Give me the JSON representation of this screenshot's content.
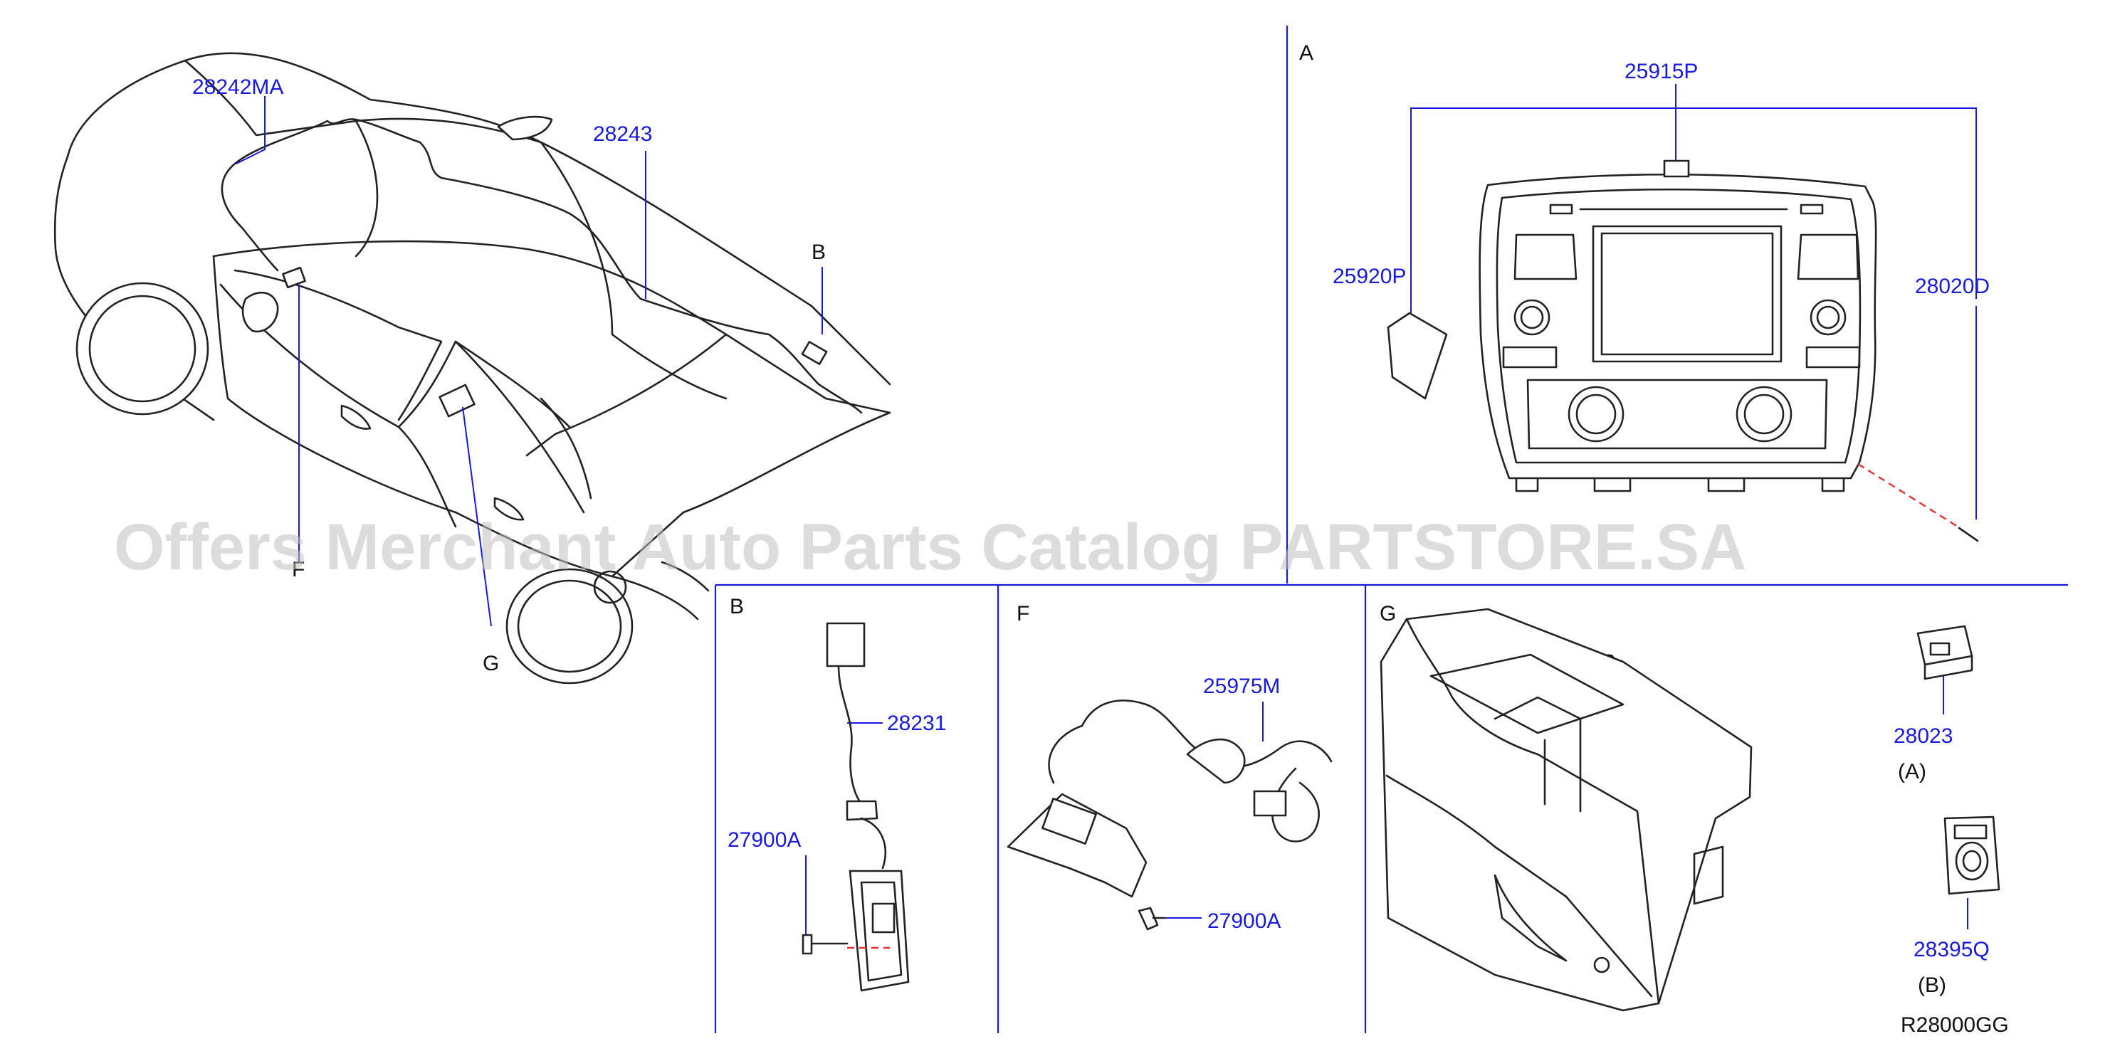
{
  "callouts": {
    "p28242ma": "28242MA",
    "p28243": "28243",
    "p25915p": "25915P",
    "p25920p": "25920P",
    "p28020d": "28020D",
    "p28231": "28231",
    "p27900a_b": "27900A",
    "p25975m": "25975M",
    "p27900a_f": "27900A",
    "p28023": "28023",
    "p28395q": "28395Q"
  },
  "section_letters": {
    "a": "A",
    "b": "B",
    "f": "F",
    "g": "G"
  },
  "refs": {
    "car_b": "B",
    "car_f": "F",
    "car_g": "G",
    "console_b": "B",
    "console_a": "A",
    "note_a": "(A)",
    "note_b": "(B)"
  },
  "figure_code": "R28000GG",
  "watermark": "Offers Merchant Auto Parts Catalog PARTSTORE.SA",
  "colors": {
    "callout": "#1a1adc",
    "divider": "#1a1adc",
    "dashed_line": "#e53030",
    "watermark": "#bfbfbf"
  }
}
